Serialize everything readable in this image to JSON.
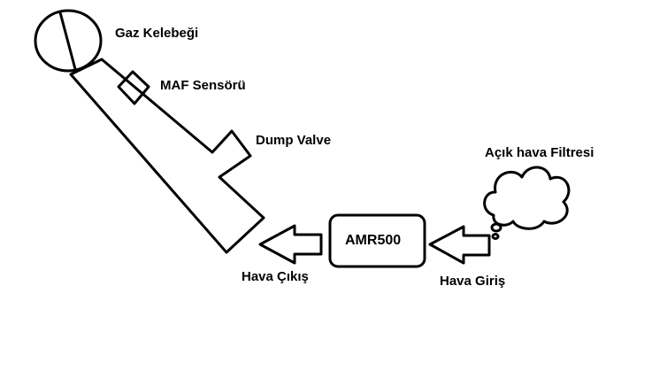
{
  "labels": {
    "throttle": "Gaz Kelebeği",
    "maf_sensor": "MAF Sensörü",
    "dump_valve": "Dump Valve",
    "open_air_filter": "Açık hava Filtresi",
    "amr500": "AMR500",
    "air_out": "Hava Çıkış",
    "air_in": "Hava Giriş"
  }
}
